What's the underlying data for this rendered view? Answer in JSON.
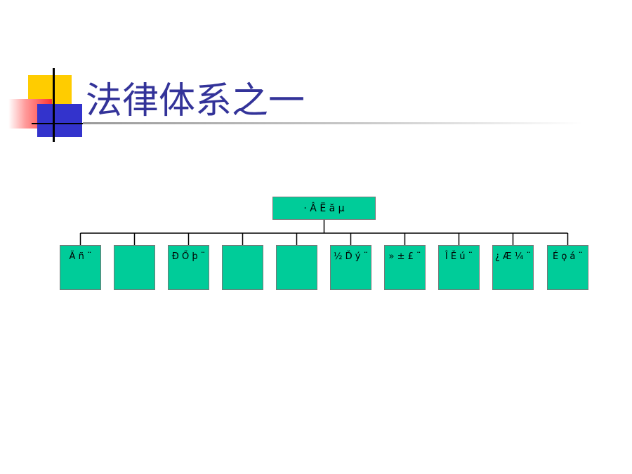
{
  "slide": {
    "title": "法律体系之一"
  },
  "org_chart": {
    "root": {
      "label": "· Â Ë ă µ"
    },
    "children": [
      {
        "label": "Ã ñ ¨"
      },
      {
        "label": "  "
      },
      {
        "label": "Ð Ő þ ¨"
      },
      {
        "label": "   "
      },
      {
        "label": "   "
      },
      {
        "label": "½ Ď ý ¨"
      },
      {
        "label": "» ± £ ¨"
      },
      {
        "label": "Î Ě ú ¨"
      },
      {
        "label": "¿ Æ ¼ ¨"
      },
      {
        "label": "É ϙ á ¨"
      }
    ],
    "colors": {
      "box_fill": "#00cc99",
      "box_border": "#777777",
      "connector": "#000000",
      "title": "#333399"
    }
  },
  "decoration": {
    "colors": [
      "#ffcc00",
      "#ff3333",
      "#3333cc",
      "#000000"
    ]
  }
}
